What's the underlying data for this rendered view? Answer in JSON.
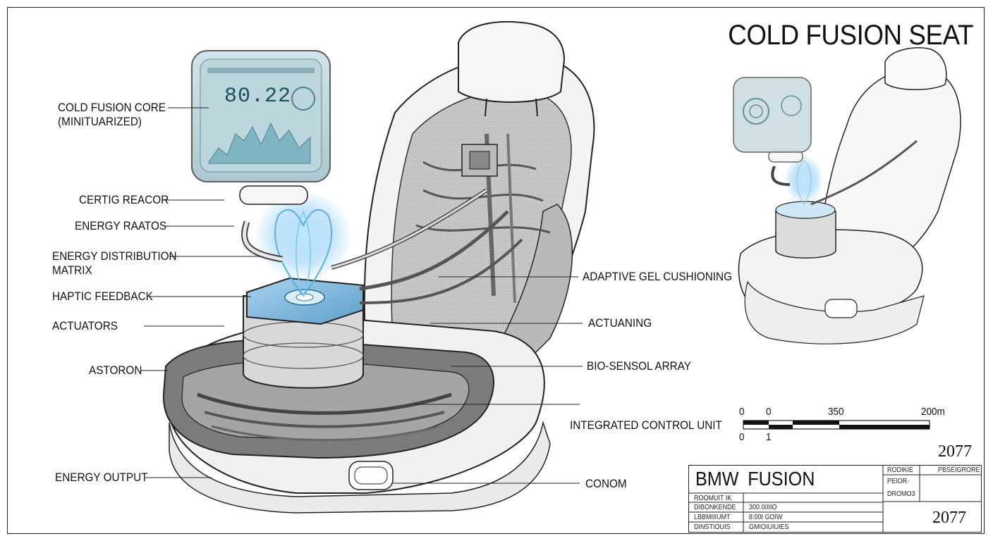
{
  "title": "COLD FUSION SEAT",
  "labels_left": [
    {
      "id": "cold-fusion-core",
      "lines": [
        "COLD FUSION CORE",
        "(MINITUARIZED)"
      ]
    },
    {
      "id": "certig-reacor",
      "lines": [
        "CERTIG REACOR"
      ]
    },
    {
      "id": "energy-raatos",
      "lines": [
        "ENERGY RAATOS"
      ]
    },
    {
      "id": "energy-distribution-matrix",
      "lines": [
        "ENERGY DISTRIBUTION",
        "MATRIX"
      ]
    },
    {
      "id": "haptic-feedback",
      "lines": [
        "HAPTIC FEEDBACK"
      ]
    },
    {
      "id": "actuators",
      "lines": [
        "ACTUATORS"
      ]
    },
    {
      "id": "astoron",
      "lines": [
        "ASTORON"
      ]
    },
    {
      "id": "energy-output",
      "lines": [
        "ENERGY OUTPUT"
      ]
    }
  ],
  "labels_right": [
    {
      "id": "adaptive-gel-cushioning",
      "text": "ADAPTIVE GEL CUSHIONING"
    },
    {
      "id": "actuaning",
      "text": "ACTUANING"
    },
    {
      "id": "bio-sensol-array",
      "text": "BIO-SENSOL ARRAY"
    },
    {
      "id": "integrated-control-unit",
      "text": "INTEGRATED CONTROL UNIT"
    },
    {
      "id": "conom",
      "text": "CONOM"
    }
  ],
  "display_readout": "80.22",
  "scale_bar": {
    "top_labels": [
      "0",
      "0",
      "350",
      "200m"
    ],
    "bottom_labels": [
      "0",
      "1"
    ]
  },
  "year_top": "2077",
  "title_block": {
    "brand": "BMW",
    "model": "FUSION",
    "rows_left": [
      "ROOMUIT IK",
      "DIBONKENDE",
      "LBBMIIIUMT",
      "DINSTIOUIS"
    ],
    "rows_mid": [
      "",
      "300.0IIIIO",
      "8:00t GOIW",
      "GMIOIUIUIES"
    ],
    "right_headers": [
      "RODIKIE",
      "PBSEIGRORE"
    ],
    "right_sub": [
      "PEIOR-",
      "DROMO3"
    ],
    "year": "2077"
  }
}
